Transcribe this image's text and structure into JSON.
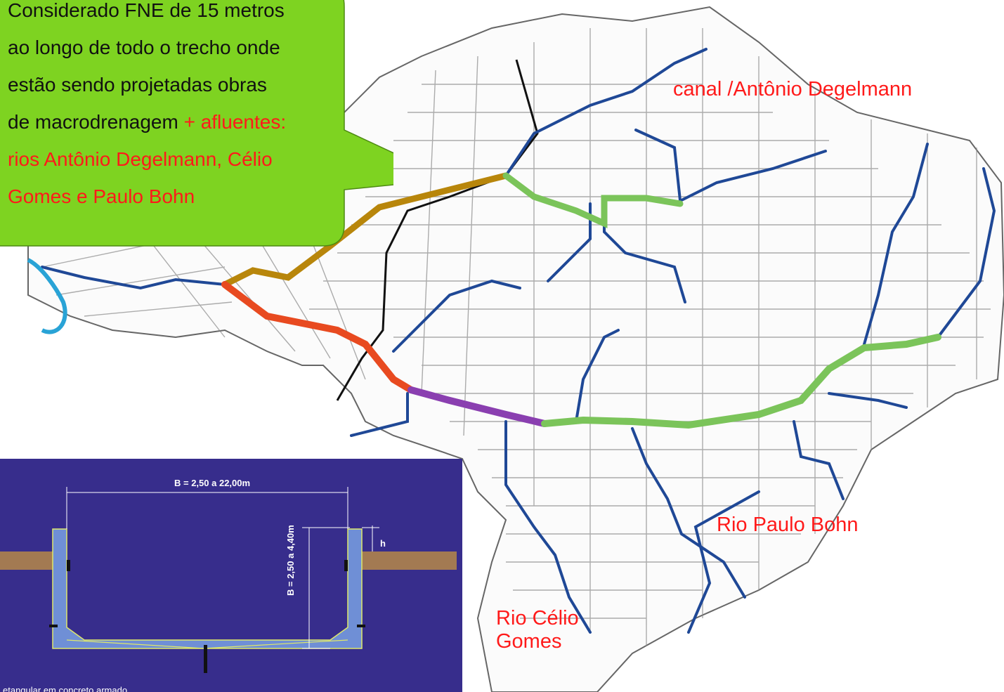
{
  "callout": {
    "line1": "Considerado FNE de 15 metros",
    "line2": "ao longo de todo o trecho onde",
    "line3": "estão sendo projetadas obras",
    "line4_black": "de macrodrenagem ",
    "line4_red": "+ afluentes:",
    "line5": "rios Antônio Degelmann, Célio",
    "line6": "Gomes e Paulo Bohn"
  },
  "labels": {
    "canal": "canal /Antônio Degelmann",
    "paulo_bohn": "Rio Paulo Bohn",
    "celio_gomes": "Rio Célio Gomes"
  },
  "inset": {
    "width_dim": "B = 2,50 a 22,00m",
    "height_dim": "B = 2,50 a 4,40m",
    "h_label": "h",
    "caption": "etangular em concreto armado"
  },
  "colors": {
    "callout_fill": "#7ed321",
    "river_blue": "#1f4896",
    "section_brown": "#b8860b",
    "section_orange": "#e84a20",
    "section_purple": "#8a3fb0",
    "section_green": "#7bc45a",
    "inset_bg": "#372d8c",
    "label_red": "#ff1a1a"
  }
}
